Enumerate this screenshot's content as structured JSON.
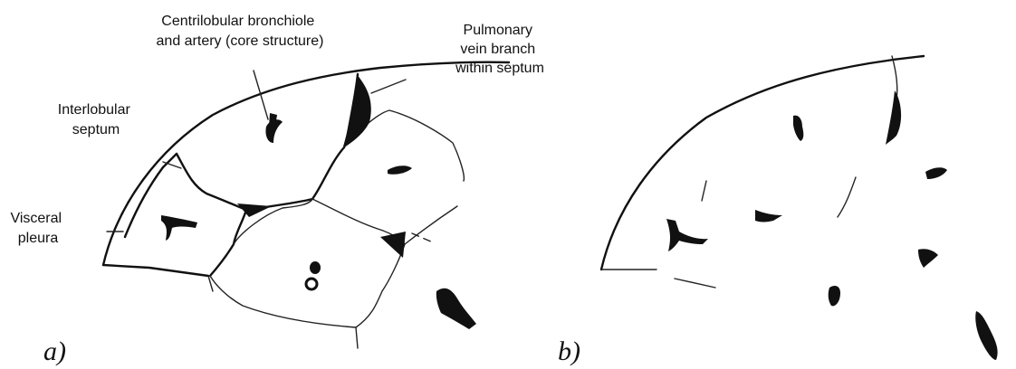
{
  "panels": {
    "a": "a)",
    "b": "b)"
  },
  "labels": {
    "centrilobular": [
      "Centrilobular bronchiole",
      "and artery (core structure)"
    ],
    "pulmonary_vein": [
      "Pulmonary",
      "vein branch",
      "within septum"
    ],
    "interlobular": [
      "Interlobular",
      "septum"
    ],
    "visceral": [
      "Visceral",
      "pleura"
    ]
  }
}
